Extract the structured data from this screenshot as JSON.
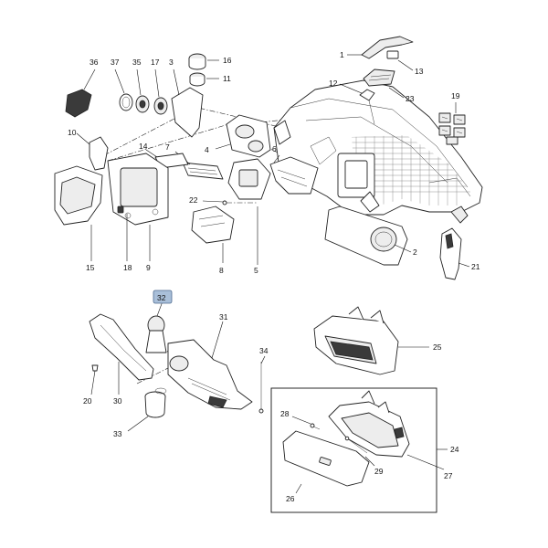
{
  "callouts": {
    "c1": "1",
    "c2": "2",
    "c3": "3",
    "c4": "4",
    "c5": "5",
    "c6": "6",
    "c7": "7",
    "c8": "8",
    "c9": "9",
    "c10": "10",
    "c11": "11",
    "c12": "12",
    "c13": "13",
    "c14": "14",
    "c15": "15",
    "c16": "16",
    "c17": "17",
    "c18": "18",
    "c19": "19",
    "c20": "20",
    "c21": "21",
    "c22": "22",
    "c23": "23",
    "c24": "24",
    "c25": "25",
    "c26": "26",
    "c27": "27",
    "c28": "28",
    "c29": "29",
    "c30": "30",
    "c31": "31",
    "c32": "32",
    "c33": "33",
    "c34": "34",
    "c35": "35",
    "c36": "36",
    "c37": "37"
  },
  "highlight": {
    "label": "32",
    "fill_color": "#a9bfd9",
    "stroke_color": "#4d6a8f"
  }
}
